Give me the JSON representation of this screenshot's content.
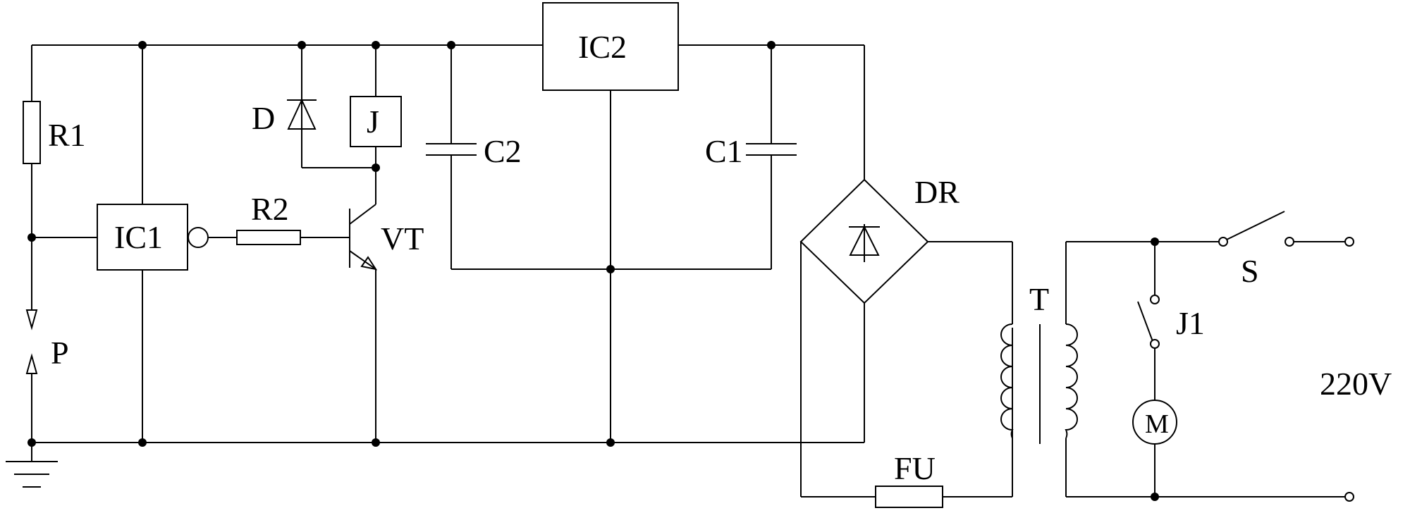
{
  "labels": {
    "r1": "R1",
    "r2": "R2",
    "ic1": "IC1",
    "ic2": "IC2",
    "d": "D",
    "j": "J",
    "c1": "C1",
    "c2": "C2",
    "vt": "VT",
    "dr": "DR",
    "t": "T",
    "s": "S",
    "j1": "J1",
    "m": "M",
    "p": "P",
    "fu": "FU",
    "voltage": "220V"
  }
}
